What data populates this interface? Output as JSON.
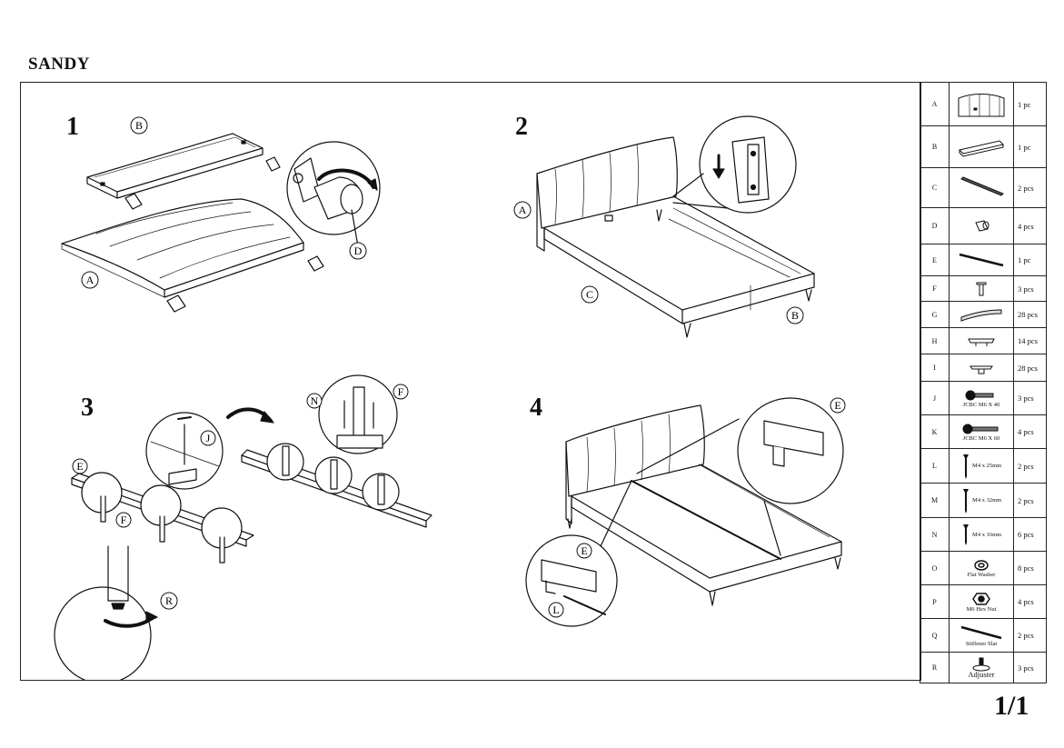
{
  "document": {
    "title": "SANDY",
    "page_number": "1/1"
  },
  "steps": [
    {
      "number": "1",
      "callouts": [
        "A",
        "B",
        "D"
      ]
    },
    {
      "number": "2",
      "callouts": [
        "A",
        "B",
        "C"
      ]
    },
    {
      "number": "3",
      "callouts": [
        "E",
        "F",
        "J",
        "N",
        "F",
        "R"
      ]
    },
    {
      "number": "4",
      "callouts": [
        "E",
        "E",
        "L"
      ]
    }
  ],
  "parts": [
    {
      "letter": "A",
      "qty": "1 pc",
      "icon": "headboard-icon",
      "caption": ""
    },
    {
      "letter": "B",
      "qty": "1 pc",
      "icon": "footboard-rail-icon",
      "caption": ""
    },
    {
      "letter": "C",
      "qty": "2 pcs",
      "icon": "side-rail-icon",
      "caption": ""
    },
    {
      "letter": "D",
      "qty": "4 pcs",
      "icon": "leg-icon",
      "caption": ""
    },
    {
      "letter": "E",
      "qty": "1 pc",
      "icon": "center-beam-icon",
      "caption": ""
    },
    {
      "letter": "F",
      "qty": "3 pcs",
      "icon": "support-leg-icon",
      "caption": ""
    },
    {
      "letter": "G",
      "qty": "28 pcs",
      "icon": "slat-icon",
      "caption": ""
    },
    {
      "letter": "H",
      "qty": "14 pcs",
      "icon": "slat-holder-icon",
      "caption": ""
    },
    {
      "letter": "I",
      "qty": "28 pcs",
      "icon": "slat-cap-icon",
      "caption": ""
    },
    {
      "letter": "J",
      "qty": "3 pcs",
      "icon": "bolt-short-icon",
      "caption": "JCBC M6 X 40"
    },
    {
      "letter": "K",
      "qty": "4 pcs",
      "icon": "bolt-long-icon",
      "caption": "JCBC M6 X 60"
    },
    {
      "letter": "L",
      "qty": "2 pcs",
      "icon": "screw-icon",
      "caption": "M4 x 25mm"
    },
    {
      "letter": "M",
      "qty": "2 pcs",
      "icon": "screw-icon",
      "caption": "M4 x 32mm"
    },
    {
      "letter": "N",
      "qty": "6 pcs",
      "icon": "screw-icon",
      "caption": "M4 x 16mm"
    },
    {
      "letter": "O",
      "qty": "8 pcs",
      "icon": "washer-icon",
      "caption": "Flat Washer"
    },
    {
      "letter": "P",
      "qty": "4 pcs",
      "icon": "hex-nut-icon",
      "caption": "M6 Hex Nut"
    },
    {
      "letter": "Q",
      "qty": "2 pcs",
      "icon": "stiffener-slat-icon",
      "caption": "Stiffener Slat"
    },
    {
      "letter": "R",
      "qty": "3 pcs",
      "icon": "adjuster-icon",
      "caption": "Adjuster"
    }
  ]
}
